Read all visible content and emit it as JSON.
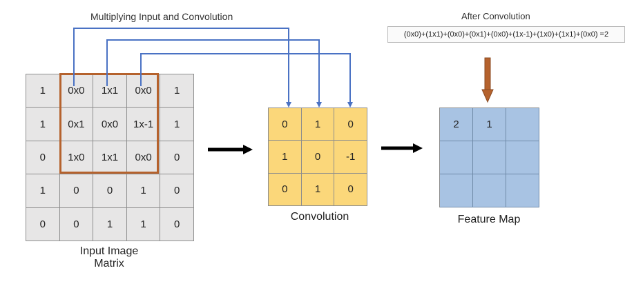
{
  "labels": {
    "top_left_title": "Multiplying Input and Convolution",
    "top_right_title": "After Convolution",
    "formula": "(0x0)+(1x1)+(0x0)+(0x1)+(0x0)+(1x-1)+(1x0)+(1x1)+(0x0) =2",
    "input_caption_line1": "Input Image",
    "input_caption_line2": "Matrix",
    "kernel_caption": "Convolution",
    "feature_caption": "Feature Map"
  },
  "input_matrix": [
    [
      "1",
      "0x0",
      "1x1",
      "0x0",
      "1"
    ],
    [
      "1",
      "0x1",
      "0x0",
      "1x-1",
      "1"
    ],
    [
      "0",
      "1x0",
      "1x1",
      "0x0",
      "0"
    ],
    [
      "1",
      "0",
      "0",
      "1",
      "0"
    ],
    [
      "0",
      "0",
      "1",
      "1",
      "0"
    ]
  ],
  "kernel_matrix": [
    [
      "0",
      "1",
      "0"
    ],
    [
      "1",
      "0",
      "-1"
    ],
    [
      "0",
      "1",
      "0"
    ]
  ],
  "feature_map": [
    [
      "2",
      "1",
      ""
    ],
    [
      "",
      "",
      ""
    ],
    [
      "",
      "",
      ""
    ]
  ],
  "colors": {
    "input_cell": "#e7e6e6",
    "highlight_border": "#b5622d",
    "kernel_cell": "#fbd77a",
    "feature_cell": "#a8c3e3",
    "connector_arrow": "#4a72c4",
    "down_arrow": "#b5622d",
    "flow_arrow": "#000000"
  }
}
